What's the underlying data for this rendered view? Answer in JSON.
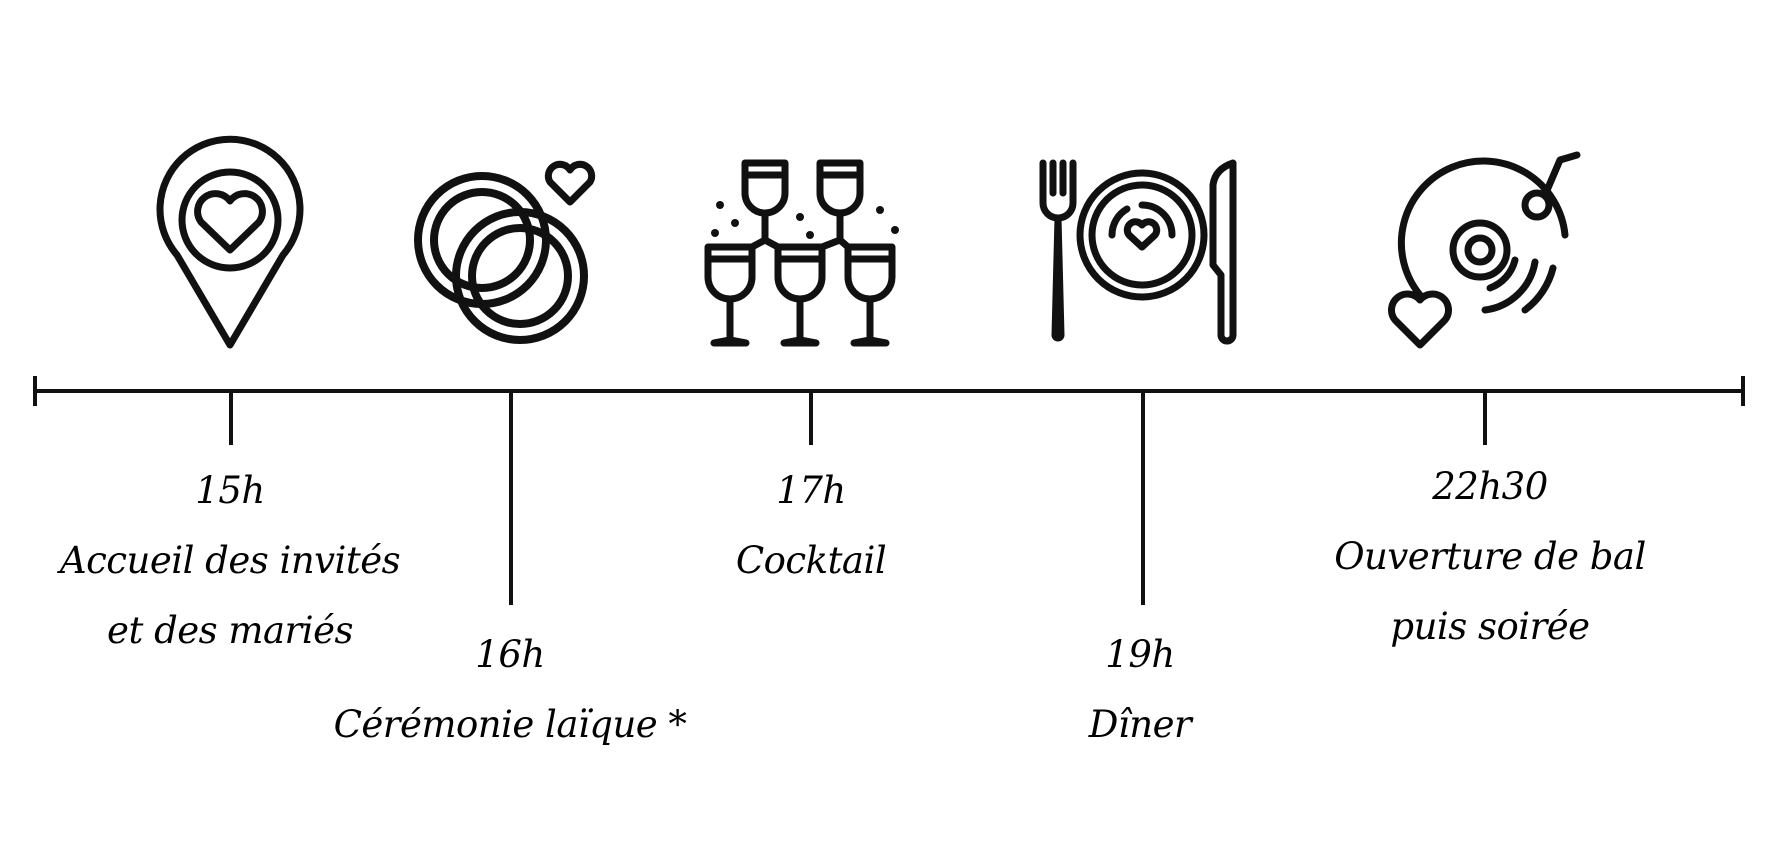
{
  "colors": {
    "ink": "#111111",
    "background": "#ffffff"
  },
  "events": [
    {
      "time": "15h",
      "lines": [
        "Accueil des invités",
        "et des mariés"
      ],
      "icon": "location-pin-heart-icon"
    },
    {
      "time": "16h",
      "lines": [
        "Cérémonie laïque *"
      ],
      "icon": "wedding-rings-icon"
    },
    {
      "time": "17h",
      "lines": [
        "Cocktail"
      ],
      "icon": "champagne-glasses-icon"
    },
    {
      "time": "19h",
      "lines": [
        "Dîner"
      ],
      "icon": "plate-cutlery-icon"
    },
    {
      "time": "22h30",
      "lines": [
        "Ouverture de bal",
        "puis soirée"
      ],
      "icon": "vinyl-record-heart-icon"
    }
  ]
}
